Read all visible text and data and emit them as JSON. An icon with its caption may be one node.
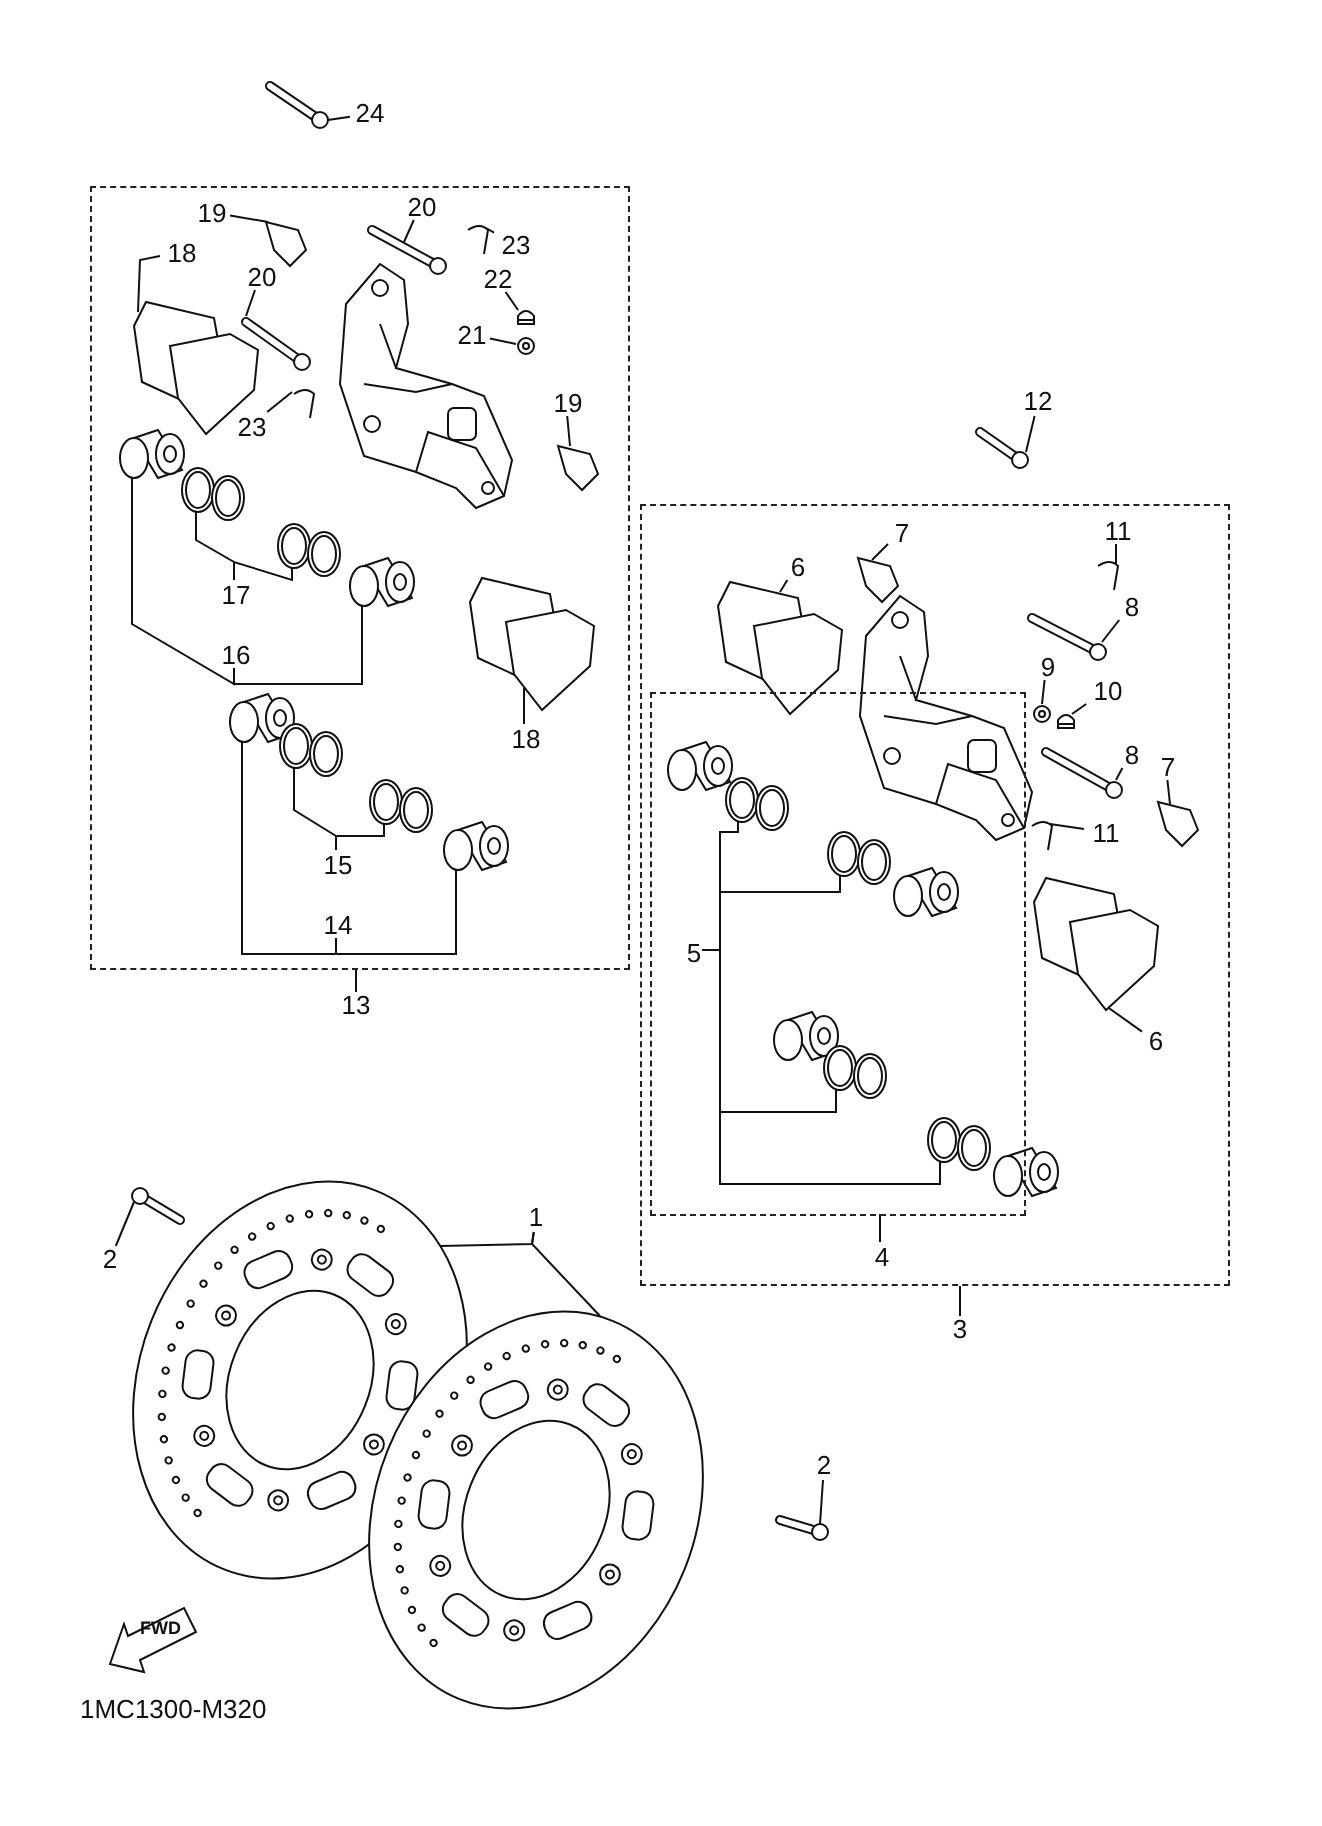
{
  "diagram": {
    "nodes": [
      {
        "text": [
          "24"
        ]
      },
      {
        "text": [],
        "shape": "picture"
      },
      {
        "text": [],
        "shape": "box"
      },
      {
        "text": [
          "19"
        ],
        "in": 2
      },
      {
        "text": [],
        "shape": "picture",
        "in": 2
      },
      {
        "text": [
          "20"
        ],
        "in": 2
      },
      {
        "text": [],
        "shape": "picture",
        "in": 2
      },
      {
        "text": [
          "23"
        ],
        "in": 2
      },
      {
        "text": [],
        "shape": "picture",
        "in": 2
      },
      {
        "text": [
          "18"
        ],
        "in": 2
      },
      {
        "text": [],
        "shape": "picture",
        "in": 2
      },
      {
        "text": [
          "20"
        ],
        "in": 2
      },
      {
        "text": [],
        "shape": "picture",
        "in": 2
      },
      {
        "text": [
          "22"
        ],
        "in": 2
      },
      {
        "text": [],
        "shape": "picture",
        "in": 2
      },
      {
        "text": [
          "21"
        ],
        "in": 2
      },
      {
        "text": [],
        "shape": "picture",
        "in": 2
      },
      {
        "text": [
          "23"
        ],
        "in": 2
      },
      {
        "text": [],
        "shape": "picture",
        "in": 2
      },
      {
        "text": [
          "19"
        ],
        "in": 2
      },
      {
        "text": [],
        "shape": "picture",
        "in": 2
      },
      {
        "text": [],
        "shape": "picture",
        "in": 2
      },
      {
        "text": [],
        "shape": "picture",
        "in": 2
      },
      {
        "text": [],
        "shape": "picture",
        "in": 2
      },
      {
        "text": [],
        "shape": "picture",
        "in": 2
      },
      {
        "text": [
          "17"
        ],
        "in": 2
      },
      {
        "text": [
          "16"
        ],
        "in": 2
      },
      {
        "text": [],
        "shape": "picture",
        "in": 2
      },
      {
        "text": [
          "18"
        ],
        "in": 2
      },
      {
        "text": [],
        "shape": "picture",
        "in": 2
      },
      {
        "text": [],
        "shape": "picture",
        "in": 2
      },
      {
        "text": [],
        "shape": "picture",
        "in": 2
      },
      {
        "text": [],
        "shape": "picture",
        "in": 2
      },
      {
        "text": [
          "15"
        ],
        "in": 2
      },
      {
        "text": [
          "14"
        ],
        "in": 2
      },
      {
        "text": [
          "13"
        ]
      },
      {
        "text": [
          "12"
        ]
      },
      {
        "text": [],
        "shape": "picture"
      },
      {
        "text": [],
        "shape": "box"
      },
      {
        "text": [
          "7"
        ],
        "in": 38
      },
      {
        "text": [],
        "shape": "picture",
        "in": 38
      },
      {
        "text": [
          "11"
        ],
        "in": 38
      },
      {
        "text": [],
        "shape": "picture",
        "in": 38
      },
      {
        "text": [
          "6"
        ],
        "in": 38
      },
      {
        "text": [],
        "shape": "picture",
        "in": 38
      },
      {
        "text": [
          "8"
        ],
        "in": 38
      },
      {
        "text": [],
        "shape": "picture",
        "in": 38
      },
      {
        "text": [
          "9"
        ],
        "in": 38
      },
      {
        "text": [],
        "shape": "picture",
        "in": 38
      },
      {
        "text": [
          "10"
        ],
        "in": 38
      },
      {
        "text": [],
        "shape": "picture",
        "in": 38
      },
      {
        "text": [
          "8"
        ],
        "in": 38
      },
      {
        "text": [],
        "shape": "picture",
        "in": 38
      },
      {
        "text": [
          "7"
        ],
        "in": 38
      },
      {
        "text": [],
        "shape": "picture",
        "in": 38
      },
      {
        "text": [
          "11"
        ],
        "in": 38
      },
      {
        "text": [],
        "shape": "picture",
        "in": 38
      },
      {
        "text": [],
        "shape": "box",
        "in": 38
      },
      {
        "text": [],
        "shape": "picture",
        "in": 57
      },
      {
        "text": [],
        "shape": "picture",
        "in": 57
      },
      {
        "text": [
          "5"
        ],
        "in": 57
      },
      {
        "text": [],
        "shape": "picture",
        "in": 57
      },
      {
        "text": [],
        "shape": "picture",
        "in": 57
      },
      {
        "text": [],
        "shape": "picture",
        "in": 38
      },
      {
        "text": [
          "6"
        ],
        "in": 38
      },
      {
        "text": [
          "4"
        ],
        "in": 38
      },
      {
        "text": [
          "3"
        ]
      },
      {
        "text": [
          "1"
        ]
      },
      {
        "text": [],
        "shape": "picture"
      },
      {
        "text": [],
        "shape": "picture"
      },
      {
        "text": [
          "2"
        ]
      },
      {
        "text": [],
        "shape": "picture"
      },
      {
        "text": [
          "2"
        ]
      },
      {
        "text": [],
        "shape": "picture"
      }
    ],
    "edges": [
      {
        "from": 0,
        "to": 1,
        "arrow": "none"
      },
      {
        "from": 3,
        "to": 4,
        "arrow": "none"
      },
      {
        "from": 5,
        "to": 6,
        "arrow": "none"
      },
      {
        "from": 7,
        "to": 8,
        "arrow": "none"
      },
      {
        "from": 9,
        "to": 10,
        "arrow": "none"
      },
      {
        "from": 11,
        "to": 12,
        "arrow": "none"
      },
      {
        "from": 13,
        "to": 14,
        "arrow": "none"
      },
      {
        "from": 15,
        "to": 16,
        "arrow": "none"
      },
      {
        "from": 17,
        "to": 18,
        "arrow": "none"
      },
      {
        "from": 19,
        "to": 20,
        "arrow": "none"
      },
      {
        "from": 25,
        "to": 22,
        "arrow": "none"
      },
      {
        "from": 25,
        "to": 23,
        "arrow": "none"
      },
      {
        "from": 26,
        "to": 21,
        "arrow": "none"
      },
      {
        "from": 26,
        "to": 24,
        "arrow": "none"
      },
      {
        "from": 28,
        "to": 27,
        "arrow": "none"
      },
      {
        "from": 33,
        "to": 30,
        "arrow": "none"
      },
      {
        "from": 33,
        "to": 31,
        "arrow": "none"
      },
      {
        "from": 34,
        "to": 29,
        "arrow": "none"
      },
      {
        "from": 34,
        "to": 32,
        "arrow": "none"
      },
      {
        "from": 35,
        "to": 2,
        "arrow": "none"
      },
      {
        "from": 36,
        "to": 37,
        "arrow": "none"
      },
      {
        "from": 39,
        "to": 40,
        "arrow": "none"
      },
      {
        "from": 41,
        "to": 42,
        "arrow": "none"
      },
      {
        "from": 43,
        "to": 44,
        "arrow": "none"
      },
      {
        "from": 45,
        "to": 46,
        "arrow": "none"
      },
      {
        "from": 47,
        "to": 48,
        "arrow": "none"
      },
      {
        "from": 49,
        "to": 50,
        "arrow": "none"
      },
      {
        "from": 51,
        "to": 52,
        "arrow": "none"
      },
      {
        "from": 53,
        "to": 54,
        "arrow": "none"
      },
      {
        "from": 55,
        "to": 56,
        "arrow": "none"
      },
      {
        "from": 60,
        "to": 58,
        "arrow": "none"
      },
      {
        "from": 60,
        "to": 59,
        "arrow": "none"
      },
      {
        "from": 60,
        "to": 61,
        "arrow": "none"
      },
      {
        "from": 60,
        "to": 62,
        "arrow": "none"
      },
      {
        "from": 64,
        "to": 63,
        "arrow": "none"
      },
      {
        "from": 65,
        "to": 57,
        "arrow": "none"
      },
      {
        "from": 66,
        "to": 38,
        "arrow": "none"
      },
      {
        "from": 67,
        "to": 68,
        "arrow": "none"
      },
      {
        "from": 67,
        "to": 69,
        "arrow": "none"
      },
      {
        "from": 70,
        "to": 71,
        "arrow": "none"
      },
      {
        "from": 72,
        "to": 73,
        "arrow": "none"
      }
    ],
    "labels": [
      "FWD",
      "1MC1300-M320"
    ]
  }
}
